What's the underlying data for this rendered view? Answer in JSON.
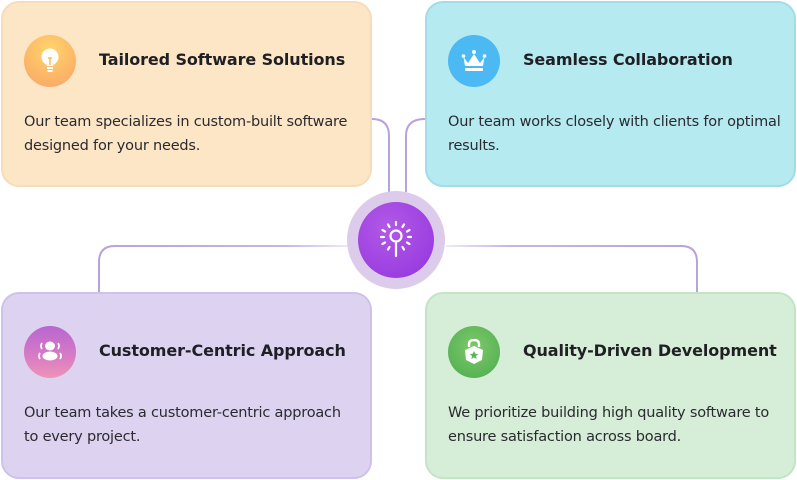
{
  "hub": {
    "icon": "lightbulb-idea-icon",
    "color": "#9c3fe1"
  },
  "cards": [
    {
      "title": "Tailored Software Solutions",
      "description": "Our team specializes in custom-built software designed for your needs.",
      "icon": "lightbulb-icon",
      "background": "#fde6c6"
    },
    {
      "title": "Seamless Collaboration",
      "description": "Our team works closely with clients for optimal results.",
      "icon": "crown-icon",
      "background": "#b5eaf0"
    },
    {
      "title": "Customer-Centric Approach",
      "description": "Our team takes a customer-centric approach to every project.",
      "icon": "users-icon",
      "background": "#ddd2f0"
    },
    {
      "title": "Quality-Driven Development",
      "description": "We prioritize building high quality software to ensure satisfaction across board.",
      "icon": "quality-badge-icon",
      "background": "#d6edd7"
    }
  ],
  "connector_color": "#b9a2dc"
}
